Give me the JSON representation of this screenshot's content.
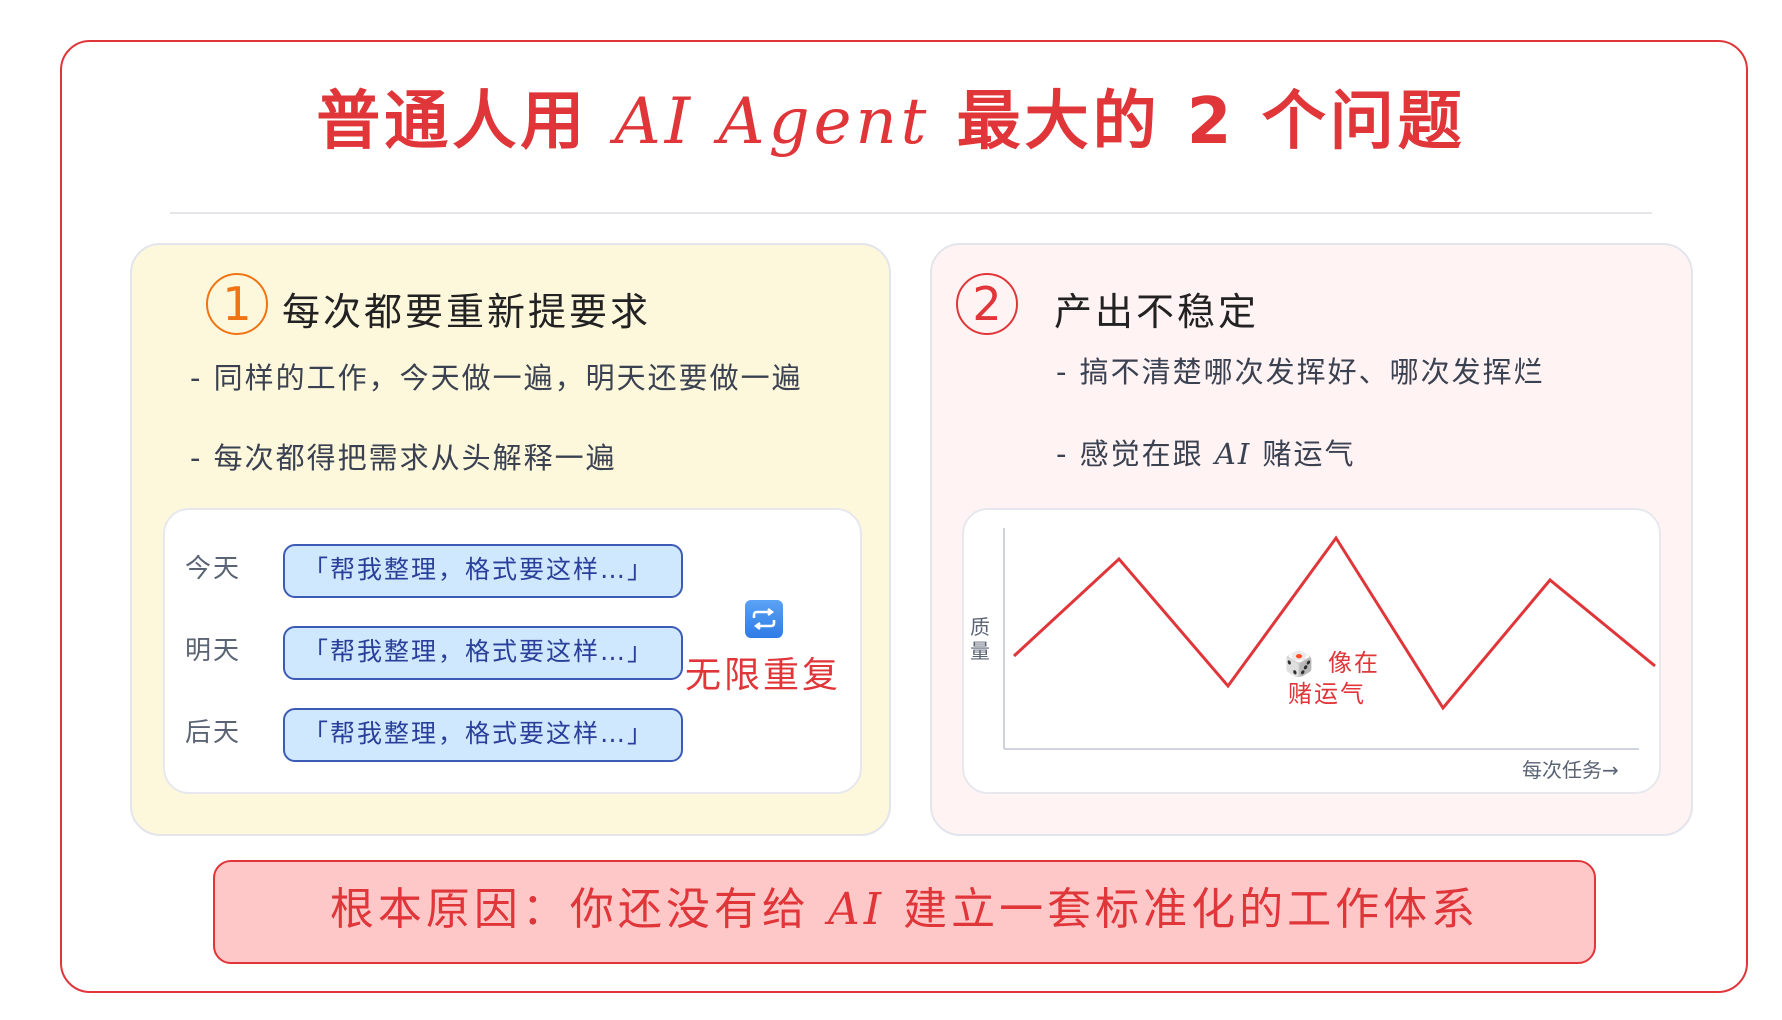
{
  "title": {
    "prefix": "普通人用 ",
    "latin": "AI Agent",
    "suffix": " 最大的 2 个问题"
  },
  "colors": {
    "accent_red": "#e0363a",
    "accent_orange": "#f07414",
    "left_panel_bg": "#fdf7dc",
    "right_panel_bg": "#fff3f3",
    "bubble_bg": "#d0e8fd",
    "bubble_border": "#3b5bb5",
    "banner_bg": "#fec8c8"
  },
  "problem1": {
    "number": "1",
    "heading": "每次都要重新提要求",
    "bullets": [
      "- 同样的工作，今天做一遍，明天还要做一遍",
      "- 每次都得把需求从头解释一遍"
    ],
    "rows": [
      {
        "day": "今天",
        "prompt": "「帮我整理，格式要这样…」"
      },
      {
        "day": "明天",
        "prompt": "「帮我整理，格式要这样…」"
      },
      {
        "day": "后天",
        "prompt": "「帮我整理，格式要这样…」"
      }
    ],
    "repeat_icon": "repeat-icon",
    "repeat_label": "无限重复"
  },
  "problem2": {
    "number": "2",
    "heading": "产出不稳定",
    "bullets": [
      {
        "text": "- 搞不清楚哪次发挥好、哪次发挥烂"
      },
      {
        "prefix": "- 感觉在跟 ",
        "latin": "AI",
        "suffix": " 赌运气"
      }
    ],
    "chart": {
      "y_label": "质量",
      "x_label": "每次任务→",
      "dice_icon": "dice-icon",
      "note_line1": "像在",
      "note_line2": "赌运气"
    }
  },
  "chart_data": {
    "type": "line",
    "title": "",
    "xlabel": "每次任务→",
    "ylabel": "质量",
    "x": [
      1,
      2,
      3,
      4,
      5,
      6,
      7
    ],
    "values": [
      48,
      93,
      30,
      100,
      20,
      80,
      40
    ],
    "series": [
      {
        "name": "质量",
        "values": [
          48,
          93,
          30,
          100,
          20,
          80,
          40
        ]
      }
    ],
    "ylim": [
      0,
      105
    ],
    "grid": false,
    "annotations": [
      "像在赌运气"
    ]
  },
  "banner": {
    "prefix": "根本原因：你还没有给 ",
    "latin": "AI",
    "suffix": " 建立一套标准化的工作体系"
  }
}
